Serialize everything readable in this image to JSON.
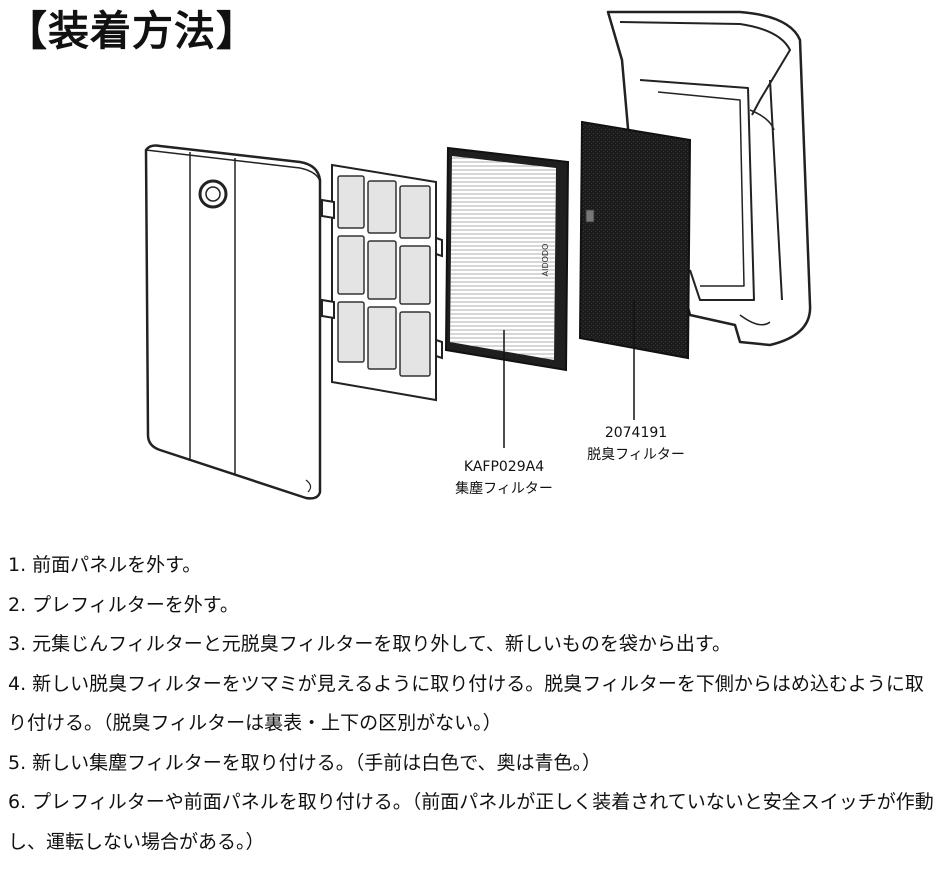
{
  "title": "【装着方法】",
  "labels": {
    "dust_filter_model": "KAFP029A4",
    "dust_filter_name": "集塵フィルター",
    "deodor_filter_model": "2074191",
    "deodor_filter_name": "脱臭フィルター",
    "filter_brand": "AIDODO"
  },
  "steps": [
    "1. 前面パネルを外す。",
    "2. プレフィルターを外す。",
    "3. 元集じんフィルターと元脱臭フィルターを取り外して、新しいものを袋から出す。",
    "4. 新しい脱臭フィルターをツマミが見えるように取り付ける。脱臭フィルターを下側からはめ込むように取り付ける。（脱臭フィルターは裏表・上下の区別がない。）",
    "5. 新しい集塵フィルターを取り付ける。（手前は白色で、奥は青色。）",
    "6. プレフィルターや前面パネルを取り付ける。（前面パネルが正しく装着されていないと安全スイッチが作動し、運転しない場合がある。）"
  ]
}
